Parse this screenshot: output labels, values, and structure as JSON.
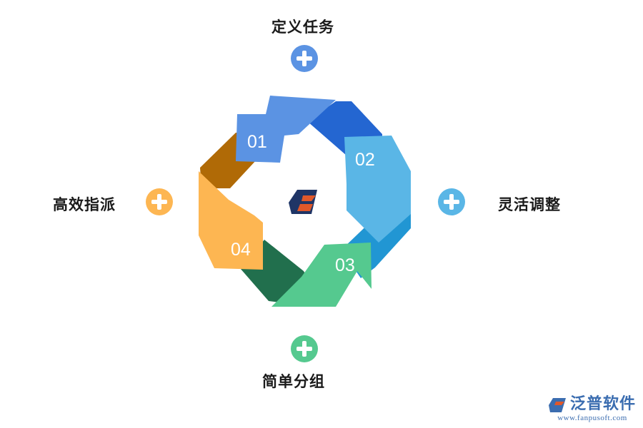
{
  "steps": [
    {
      "number": "01",
      "label": "定义任务",
      "color": "#5b93e3",
      "dark": "#2466d1"
    },
    {
      "number": "02",
      "label": "灵活调整",
      "color": "#5ab6e6",
      "dark": "#2196d3"
    },
    {
      "number": "03",
      "label": "简单分组",
      "color": "#55c98f",
      "dark": "#216f4d"
    },
    {
      "number": "04",
      "label": "高效指派",
      "color": "#fdb652",
      "dark": "#b06a06"
    }
  ],
  "center_logo_colors": [
    "#1f3566",
    "#e0582a"
  ],
  "watermark": {
    "brand": "泛普软件",
    "url": "www.fanpusoft.com"
  }
}
